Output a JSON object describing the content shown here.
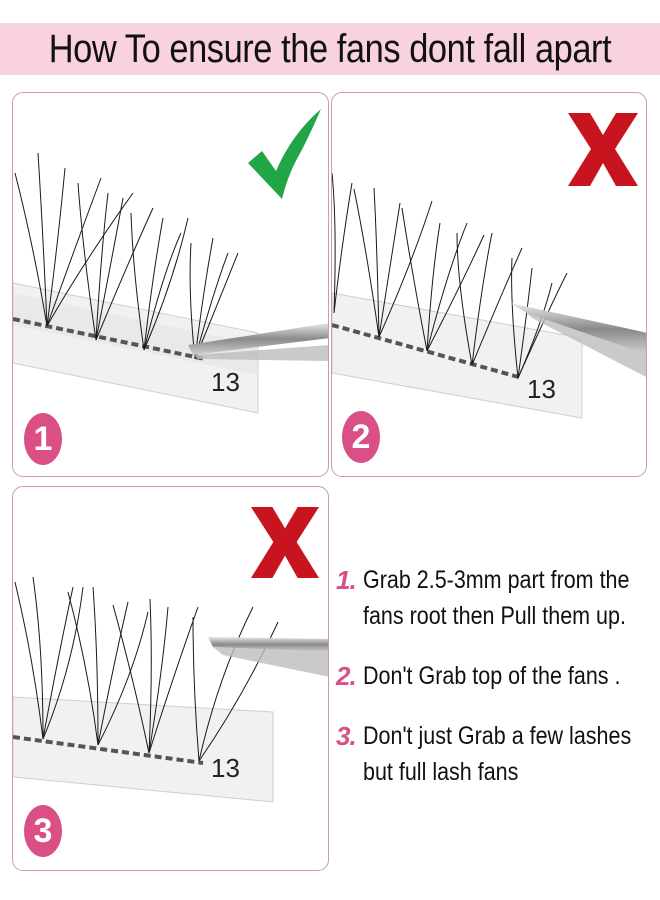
{
  "header": {
    "title": "How To ensure the fans dont fall apart",
    "background_color": "#f9d2e0"
  },
  "panels": [
    {
      "badge": "1",
      "verdict_icon": "check-icon",
      "verdict": "correct",
      "strip_label": "13",
      "description": "Tweezers grab full fan at the root"
    },
    {
      "badge": "2",
      "verdict_icon": "x-icon",
      "verdict": "incorrect",
      "strip_label": "13",
      "description": "Tweezers grab top of the fan"
    },
    {
      "badge": "3",
      "verdict_icon": "x-icon",
      "verdict": "incorrect",
      "strip_label": "13",
      "description": "Tweezers grab only a few lashes"
    }
  ],
  "instructions": [
    {
      "number": "1.",
      "lines": [
        "Grab 2.5-3mm part from the",
        "fans root then Pull them up."
      ]
    },
    {
      "number": "2.",
      "lines": [
        "Don't Grab top of the fans ."
      ]
    },
    {
      "number": "3.",
      "lines": [
        "Don't just Grab a few lashes",
        "but full lash fans"
      ]
    }
  ],
  "colors": {
    "accent_pink": "#d94f86",
    "panel_border": "#c99ab8",
    "check_green": "#22a544",
    "x_red": "#c8141e"
  }
}
